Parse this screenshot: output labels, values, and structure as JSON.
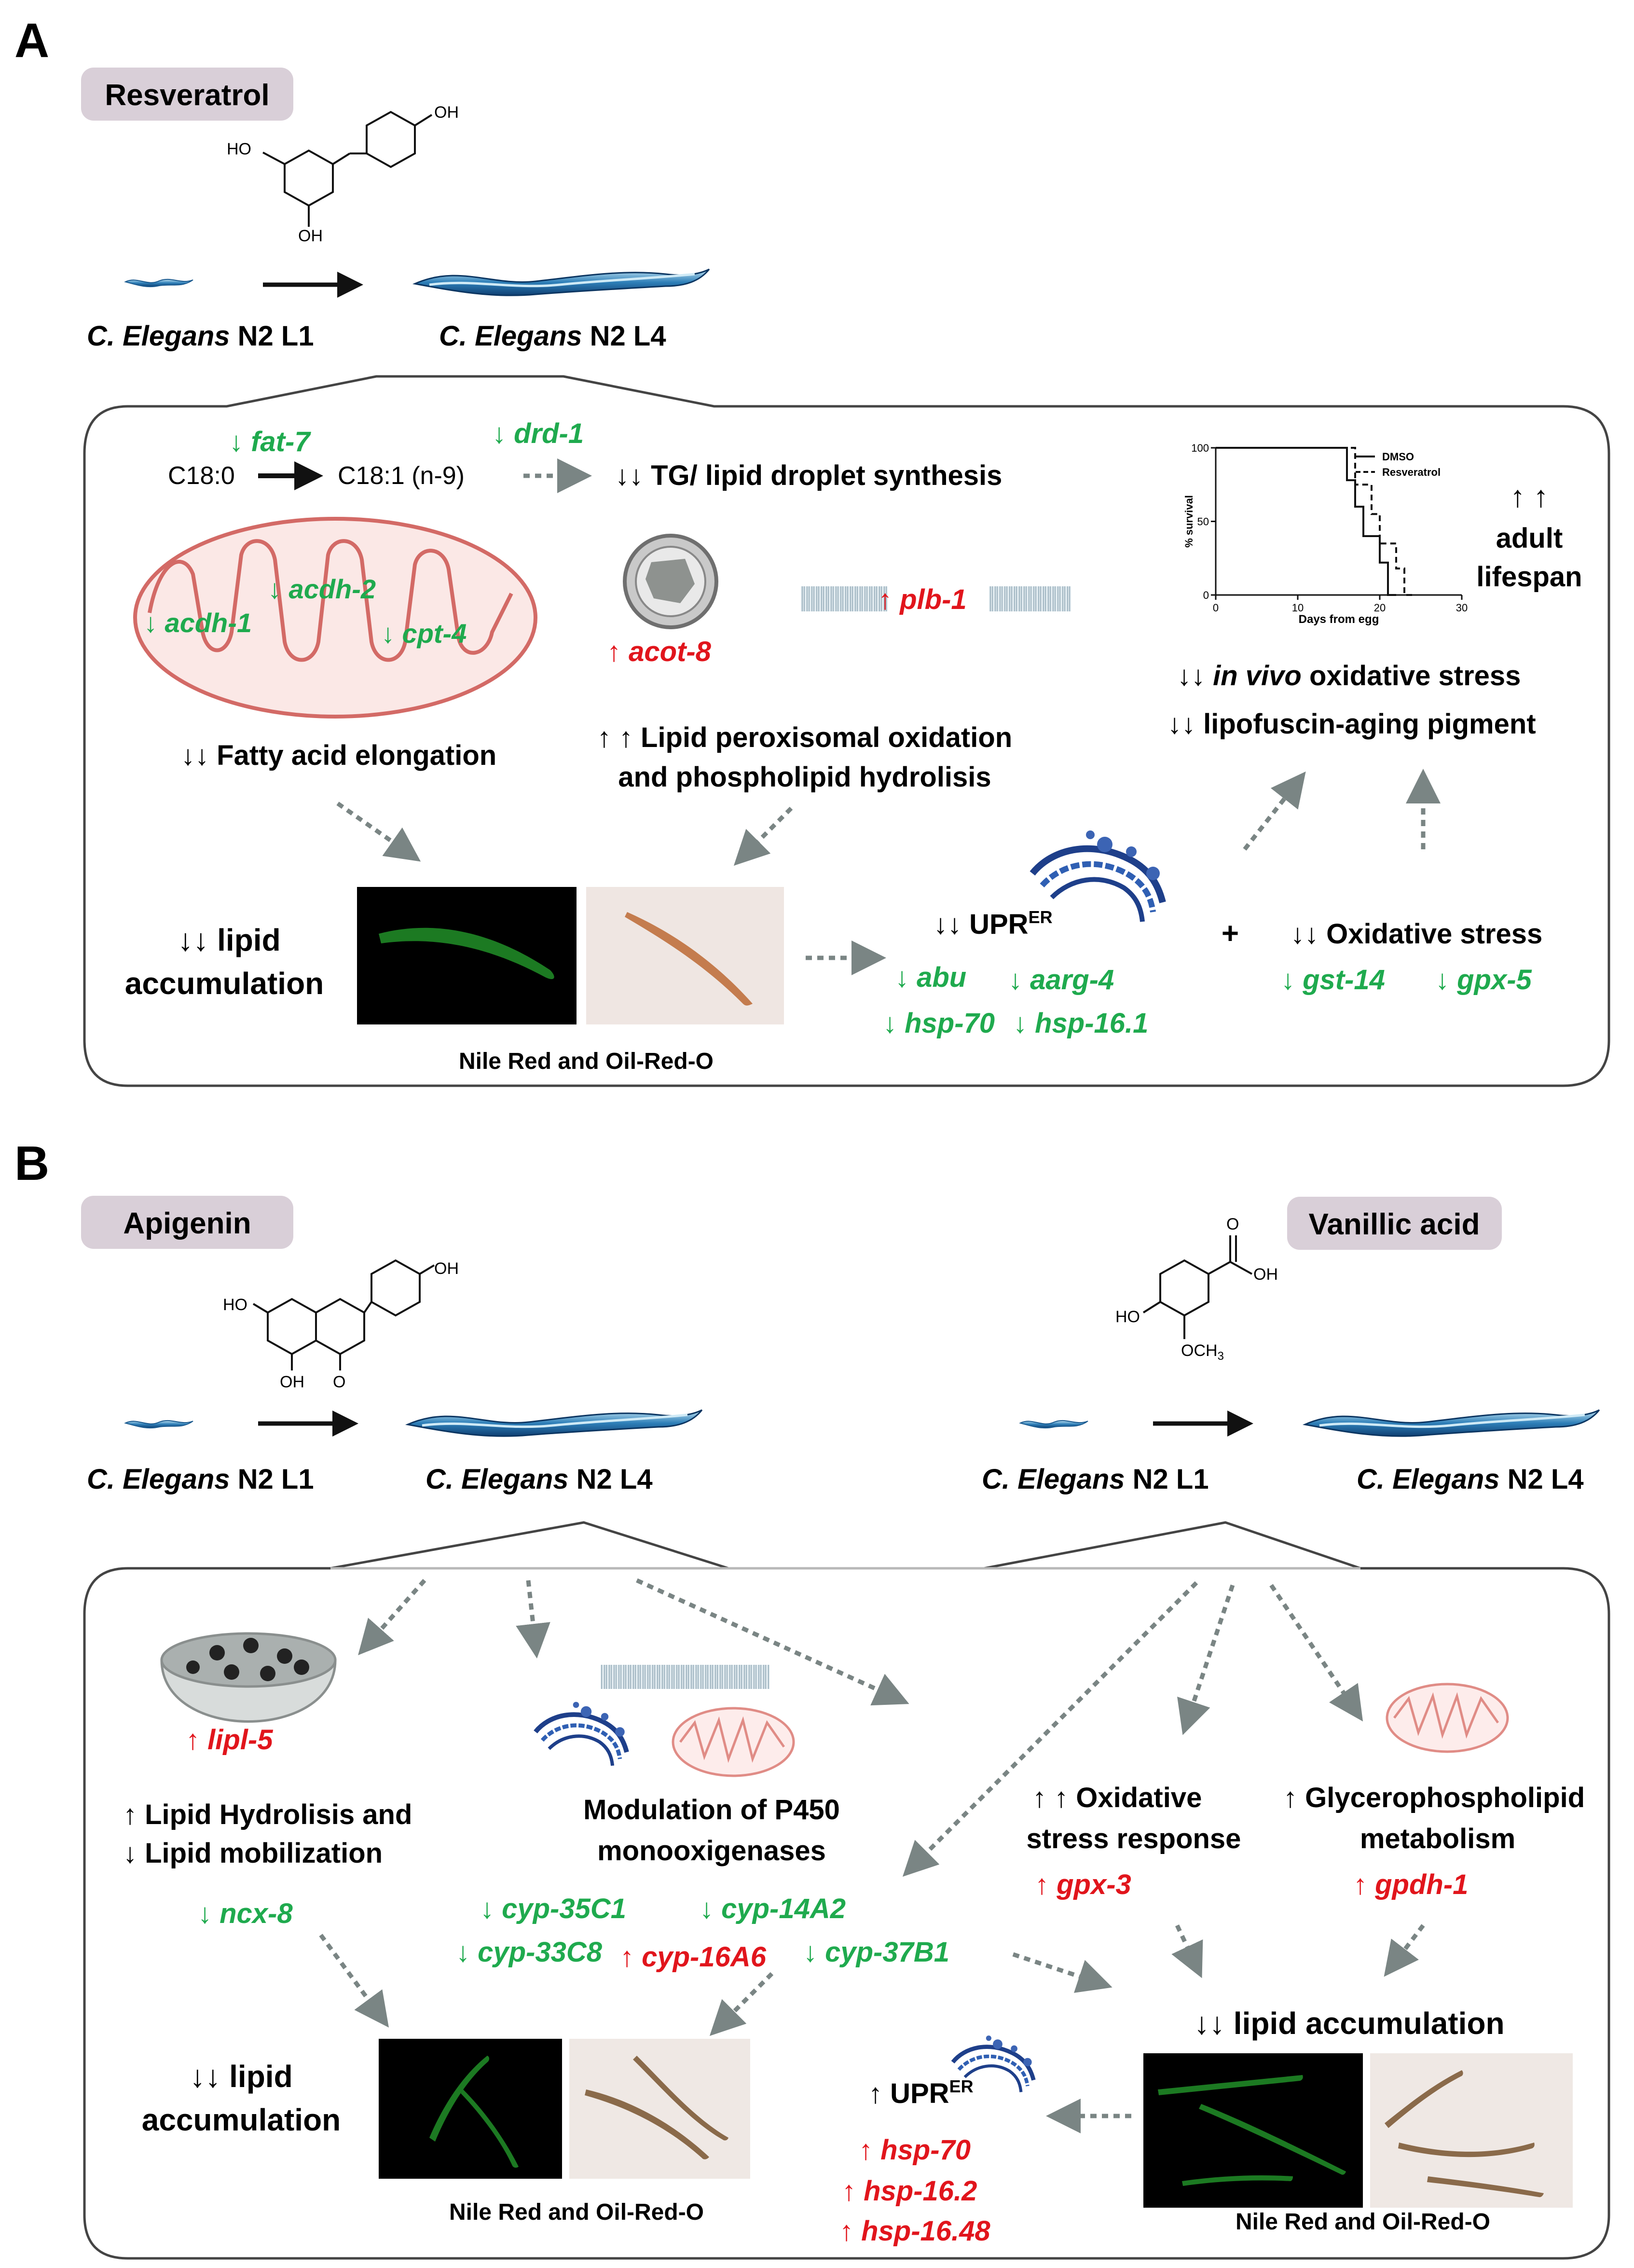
{
  "panel_a": {
    "letter": "A",
    "compound": "Resveratrol",
    "chem": {
      "ho": "HO",
      "oh": "OH",
      "oh2": "OH"
    },
    "worm_l1": {
      "species": "C. Elegans",
      "stage": "N2 L1"
    },
    "worm_l4": {
      "species": "C. Elegans",
      "stage": "N2 L4"
    },
    "fat7": "↓ fat-7",
    "drd1": "↓ drd-1",
    "c180": "C18:0",
    "c181": "C18:1 (n-9)",
    "tg": "↓↓ TG/ lipid droplet synthesis",
    "acdh2": "↓ acdh-2",
    "acdh1": "↓ acdh-1",
    "cpt4": "↓ cpt-4",
    "acot8": "↑ acot-8",
    "plb1": "↑ plb-1",
    "fatty": "↓↓ Fatty acid elongation",
    "perox1": "↑ ↑ Lipid peroxisomal oxidation",
    "perox2": "and phospholipid hydrolisis",
    "lipid1": "↓↓ lipid",
    "lipid2": "accumulation",
    "stain": "Nile Red and Oil-Red-O",
    "upr_pre": "↓↓ UPR",
    "upr_sup": "ER",
    "abu": "↓ abu",
    "aarg4": "↓ aarg-4",
    "hsp70": "↓ hsp-70",
    "hsp161": "↓ hsp-16.1",
    "plus": "+",
    "ox": "↓↓ Oxidative stress",
    "gst14": "↓ gst-14",
    "gpx5": "↓ gpx-5",
    "vivo_pre": "↓↓ ",
    "vivo_it": "in vivo",
    "vivo_post": " oxidative stress",
    "lipofuscin": "↓↓ lipofuscin-aging pigment",
    "adult1": "↑ ↑",
    "adult2": "adult",
    "adult3": "lifespan"
  },
  "survival_plot": {
    "ylabel": "% survival",
    "xlabel": "Days from egg",
    "legend": [
      "DMSO",
      "Resveratrol"
    ],
    "yticks": [
      "0",
      "50",
      "100"
    ],
    "xticks": [
      "0",
      "10",
      "20",
      "30"
    ]
  },
  "chart_data": {
    "type": "line",
    "xlabel": "Days from egg",
    "ylabel": "% survival",
    "xlim": [
      0,
      30
    ],
    "ylim": [
      0,
      100
    ],
    "series": [
      {
        "name": "DMSO",
        "x": [
          0,
          15,
          16,
          17,
          18,
          20,
          21
        ],
        "y": [
          100,
          100,
          78,
          60,
          40,
          22,
          0
        ]
      },
      {
        "name": "Resveratrol",
        "x": [
          0,
          16,
          17,
          19,
          20,
          22,
          23
        ],
        "y": [
          100,
          100,
          75,
          55,
          35,
          18,
          0
        ]
      }
    ]
  },
  "panel_b": {
    "letter": "B",
    "apigenin": "Apigenin",
    "vanillic": "Vanillic acid",
    "chem_api": {
      "ho1": "HO",
      "oh1": "OH",
      "oh2": "OH",
      "o": "O"
    },
    "chem_van": {
      "o": "O",
      "oh": "OH",
      "ho": "HO",
      "och": "OCH",
      "sub": "3"
    },
    "worm_l1a": {
      "species": "C. Elegans",
      "stage": "N2 L1"
    },
    "worm_l4a": {
      "species": "C. Elegans",
      "stage": "N2 L4"
    },
    "worm_l1b": {
      "species": "C. Elegans",
      "stage": "N2 L1"
    },
    "worm_l4b": {
      "species": "C. Elegans",
      "stage": "N2 L4"
    },
    "lipl5": "↑ lipl-5",
    "hydro1": "↑ Lipid Hydrolisis and",
    "hydro2": "↓ Lipid mobilization",
    "ncx8": "↓ ncx-8",
    "p450a": "Modulation of P450",
    "p450b": "monooxigenases",
    "cyp35": "↓ cyp-35C1",
    "cyp14": "↓ cyp-14A2",
    "cyp33": "↓ cyp-33C8",
    "cyp16": "↑ cyp-16A6",
    "cyp37": "↓ cyp-37B1",
    "lipid1": "↓↓ lipid",
    "lipid2": "accumulation",
    "stain1": "Nile Red and Oil-Red-O",
    "upr_pre": "↑ UPR",
    "upr_sup": "ER",
    "hsp70": "↑ hsp-70",
    "hsp162": "↑ hsp-16.2",
    "hsp1648": "↑ hsp-16.48",
    "oxr1": "↑ ↑ Oxidative",
    "oxr2": "stress response",
    "gpx3": "↑ gpx-3",
    "glyc1": "↑ Glycerophospholipid",
    "glyc2": "metabolism",
    "gpdh1": "↑ gpdh-1",
    "lipid_r": "↓↓ lipid accumulation",
    "stain2": "Nile Red and Oil-Red-O"
  }
}
